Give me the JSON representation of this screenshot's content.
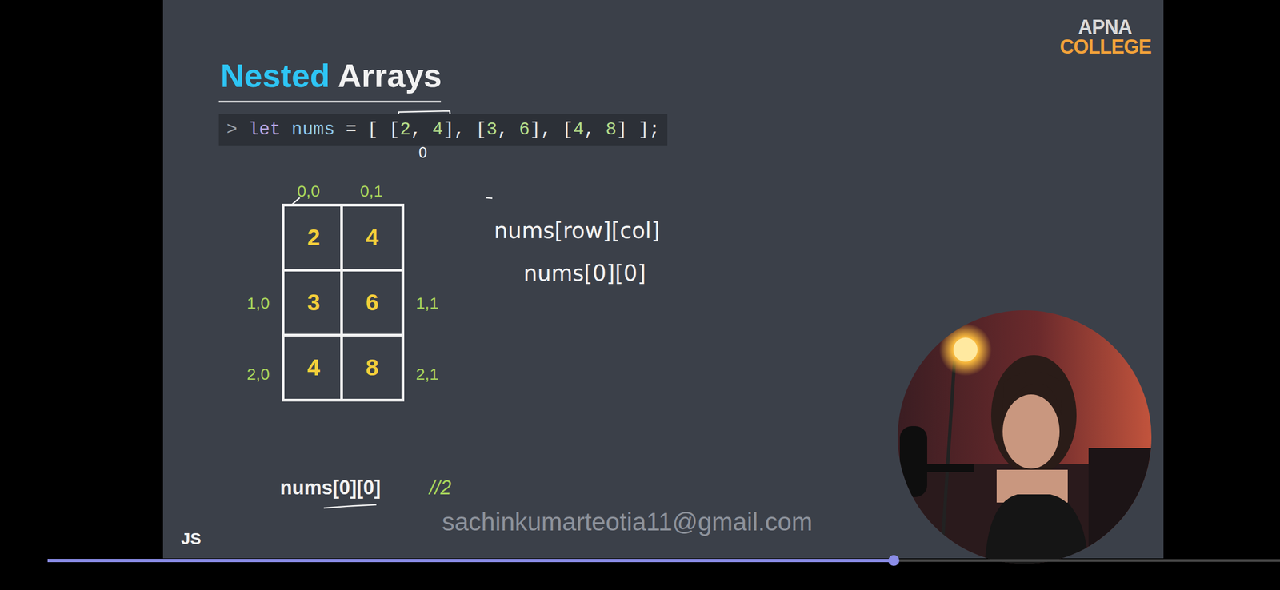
{
  "diagram": {
    "title": "Nested Arrays",
    "nodes": [
      {
        "text": [
          "> let nums = [ [2, 4], [3, 6], [4, 8] ];"
        ]
      },
      {
        "text": [
          "2"
        ]
      },
      {
        "text": [
          "4"
        ]
      },
      {
        "text": [
          "3"
        ]
      },
      {
        "text": [
          "6"
        ]
      },
      {
        "text": [
          "4"
        ]
      },
      {
        "text": [
          "8"
        ]
      }
    ],
    "labels": [
      "APNA",
      "COLLEGE",
      "0",
      "0,0",
      "0,1",
      "1,0",
      "1,1",
      "2,0",
      "2,1",
      "nums[row][col]",
      "nums[0][0]",
      "nums[0][0]",
      "//2",
      "JS",
      "sachinkumarteotia11@gmail.com"
    ]
  }
}
